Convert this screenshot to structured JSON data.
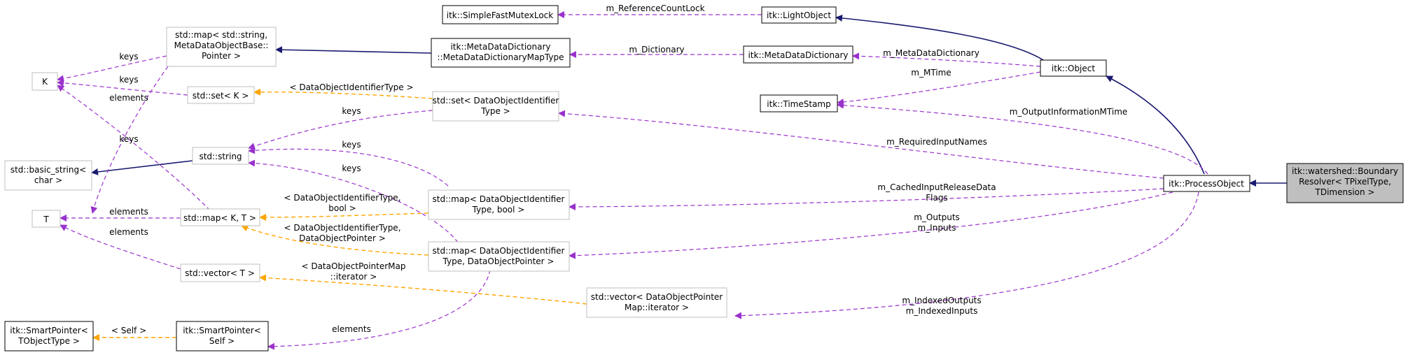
{
  "nodes": {
    "focus": [
      "itk::watershed::Boundary",
      "Resolver< TPixelType,",
      "TDimension >"
    ],
    "process_object": [
      "itk::ProcessObject"
    ],
    "object": [
      "itk::Object"
    ],
    "light_object": [
      "itk::LightObject"
    ],
    "simple_fast_mutex_lock": [
      "itk::SimpleFastMutexLock"
    ],
    "meta_data_dictionary_map_type": [
      "itk::MetaDataDictionary",
      "::MetaDataDictionaryMapType"
    ],
    "meta_data_dictionary": [
      "itk::MetaDataDictionary"
    ],
    "time_stamp": [
      "itk::TimeStamp"
    ],
    "std_map_string_metadata": [
      "std::map< std::string,",
      "MetaDataObjectBase::",
      "Pointer >"
    ],
    "k": [
      "K"
    ],
    "std_set_k": [
      "std::set< K >"
    ],
    "std_set_doid": [
      "std::set< DataObjectIdentifier",
      "Type >"
    ],
    "std_string": [
      "std::string"
    ],
    "std_basic_string": [
      "std::basic_string<",
      "char >"
    ],
    "t": [
      "T"
    ],
    "std_map_k_t": [
      "std::map< K, T >"
    ],
    "std_map_doid_bool": [
      "std::map< DataObjectIdentifier",
      "Type, bool >"
    ],
    "std_map_doid_pointer": [
      "std::map< DataObjectIdentifier",
      "Type, DataObjectPointer >"
    ],
    "std_vector_t": [
      "std::vector< T >"
    ],
    "std_vector_dop_iter": [
      "std::vector< DataObjectPointer",
      "Map::iterator >"
    ],
    "smart_pointer_tobject": [
      "itk::SmartPointer<",
      "TObjectType >"
    ],
    "smart_pointer_self": [
      "itk::SmartPointer<",
      "Self >"
    ]
  },
  "edge_labels": {
    "reference_count_lock": [
      "m_ReferenceCountLock"
    ],
    "dictionary": [
      "m_Dictionary"
    ],
    "meta_data_dictionary": [
      "m_MetaDataDictionary"
    ],
    "mtime": [
      "m_MTime"
    ],
    "output_information_mtime": [
      "m_OutputInformationMTime"
    ],
    "required_input_names": [
      "m_RequiredInputNames"
    ],
    "cached_input_release": [
      "m_CachedInputReleaseData",
      "Flags"
    ],
    "outputs_inputs": [
      "m_Outputs",
      "m_Inputs"
    ],
    "indexed_outputs_inputs": [
      "m_IndexedOutputs",
      "m_IndexedInputs"
    ],
    "keys_map_k": [
      "keys"
    ],
    "keys_set_k": [
      "keys"
    ],
    "elements_map_t": [
      "elements"
    ],
    "doid_type_tmpl": [
      "< DataObjectIdentifierType >"
    ],
    "keys_set_doid": [
      "keys"
    ],
    "keys_map_bool": [
      "keys"
    ],
    "keys_map_pointer": [
      "keys"
    ],
    "keys_map_kt": [
      "keys"
    ],
    "elements_map_kt": [
      "elements"
    ],
    "elements_vector_t": [
      "elements"
    ],
    "doid_bool_tmpl": [
      "< DataObjectIdentifierType,",
      "bool >"
    ],
    "doid_pointer_tmpl": [
      "< DataObjectIdentifierType,",
      "DataObjectPointer >"
    ],
    "dop_map_iter_tmpl": [
      "< DataObjectPointerMap",
      "::iterator >"
    ],
    "self_tmpl": [
      "< Self >"
    ],
    "elements_smart_self": [
      "elements"
    ]
  },
  "colors": {
    "inheritance": "#191970",
    "usage": "#9a32cd",
    "template": "#ffa500",
    "focus_fill": "#bfbfbf",
    "gray_border": "#bfbfbf"
  }
}
